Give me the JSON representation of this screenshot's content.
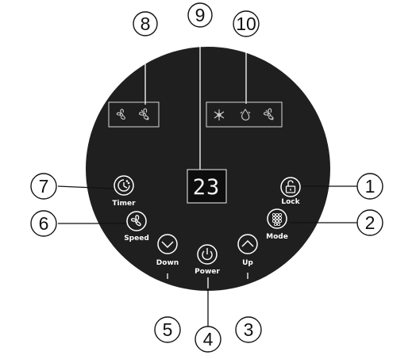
{
  "panel": {
    "display_value": "23",
    "buttons": {
      "timer": "Timer",
      "speed": "Speed",
      "down": "Down",
      "power": "Power",
      "up": "Up",
      "mode": "Mode",
      "lock": "Lock"
    }
  },
  "callouts": [
    "1",
    "2",
    "3",
    "4",
    "5",
    "6",
    "7",
    "8",
    "9",
    "10"
  ],
  "colors": {
    "panel": "#1f1f1f",
    "ink": "#ffffff",
    "callout": "#111111"
  },
  "icons": [
    "timer-icon",
    "fan-speed-icon",
    "chevron-down-icon",
    "power-icon",
    "chevron-up-icon",
    "mode-grid-icon",
    "padlock-icon",
    "fan-icon",
    "snowflake-icon",
    "water-drop-icon"
  ]
}
